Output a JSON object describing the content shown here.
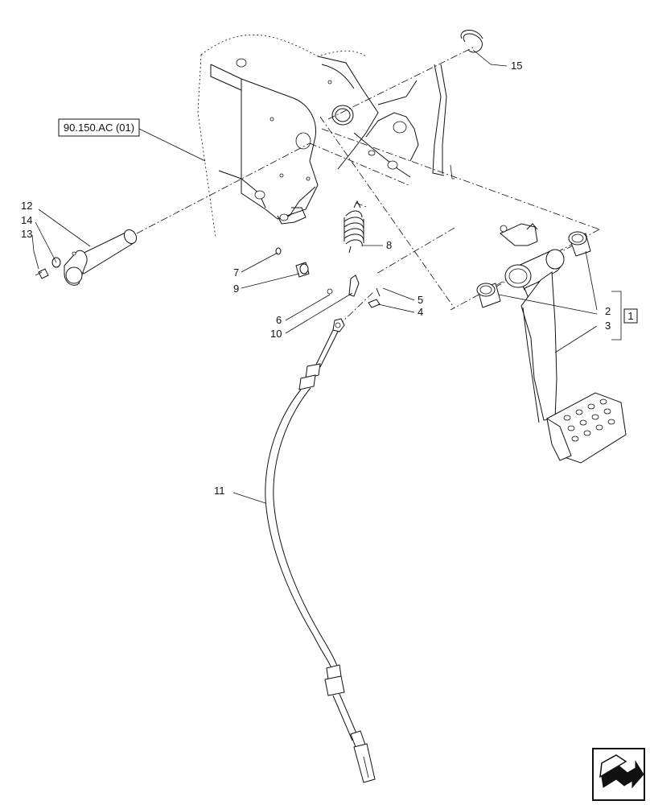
{
  "diagram": {
    "reference_box": "90.150.AC (01)",
    "kit_box": "1",
    "callouts": {
      "c1": "1",
      "c2": "2",
      "c3": "3",
      "c4": "4",
      "c5": "5",
      "c6": "6",
      "c7": "7",
      "c8": "8",
      "c9": "9",
      "c10": "10",
      "c11": "11",
      "c12": "12",
      "c13": "13",
      "c14": "14",
      "c15": "15"
    }
  },
  "icons": {
    "nav": "next-page-arrow-icon"
  }
}
